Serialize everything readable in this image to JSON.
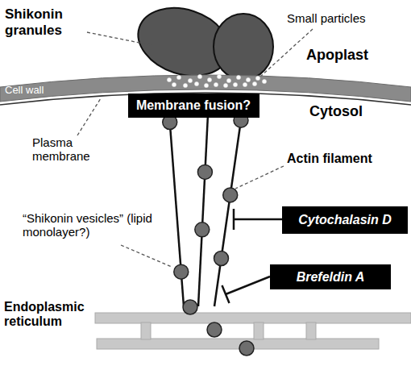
{
  "diagram": {
    "nodes": [
      {
        "text": [
          "Cell wall"
        ]
      },
      {
        "text": [
          "Membrane fusion?"
        ]
      },
      {
        "text": [
          "Cytochalasin D"
        ]
      },
      {
        "text": [
          "Brefeldin A"
        ]
      }
    ],
    "labels": [
      "Shikonin granules",
      "Small particles",
      "Apoplast",
      "Cytosol",
      "Plasma membrane",
      "Actin filament",
      "“Shikonin vesicles” (lipid monolayer?)",
      "Endoplasmic reticulum"
    ]
  }
}
